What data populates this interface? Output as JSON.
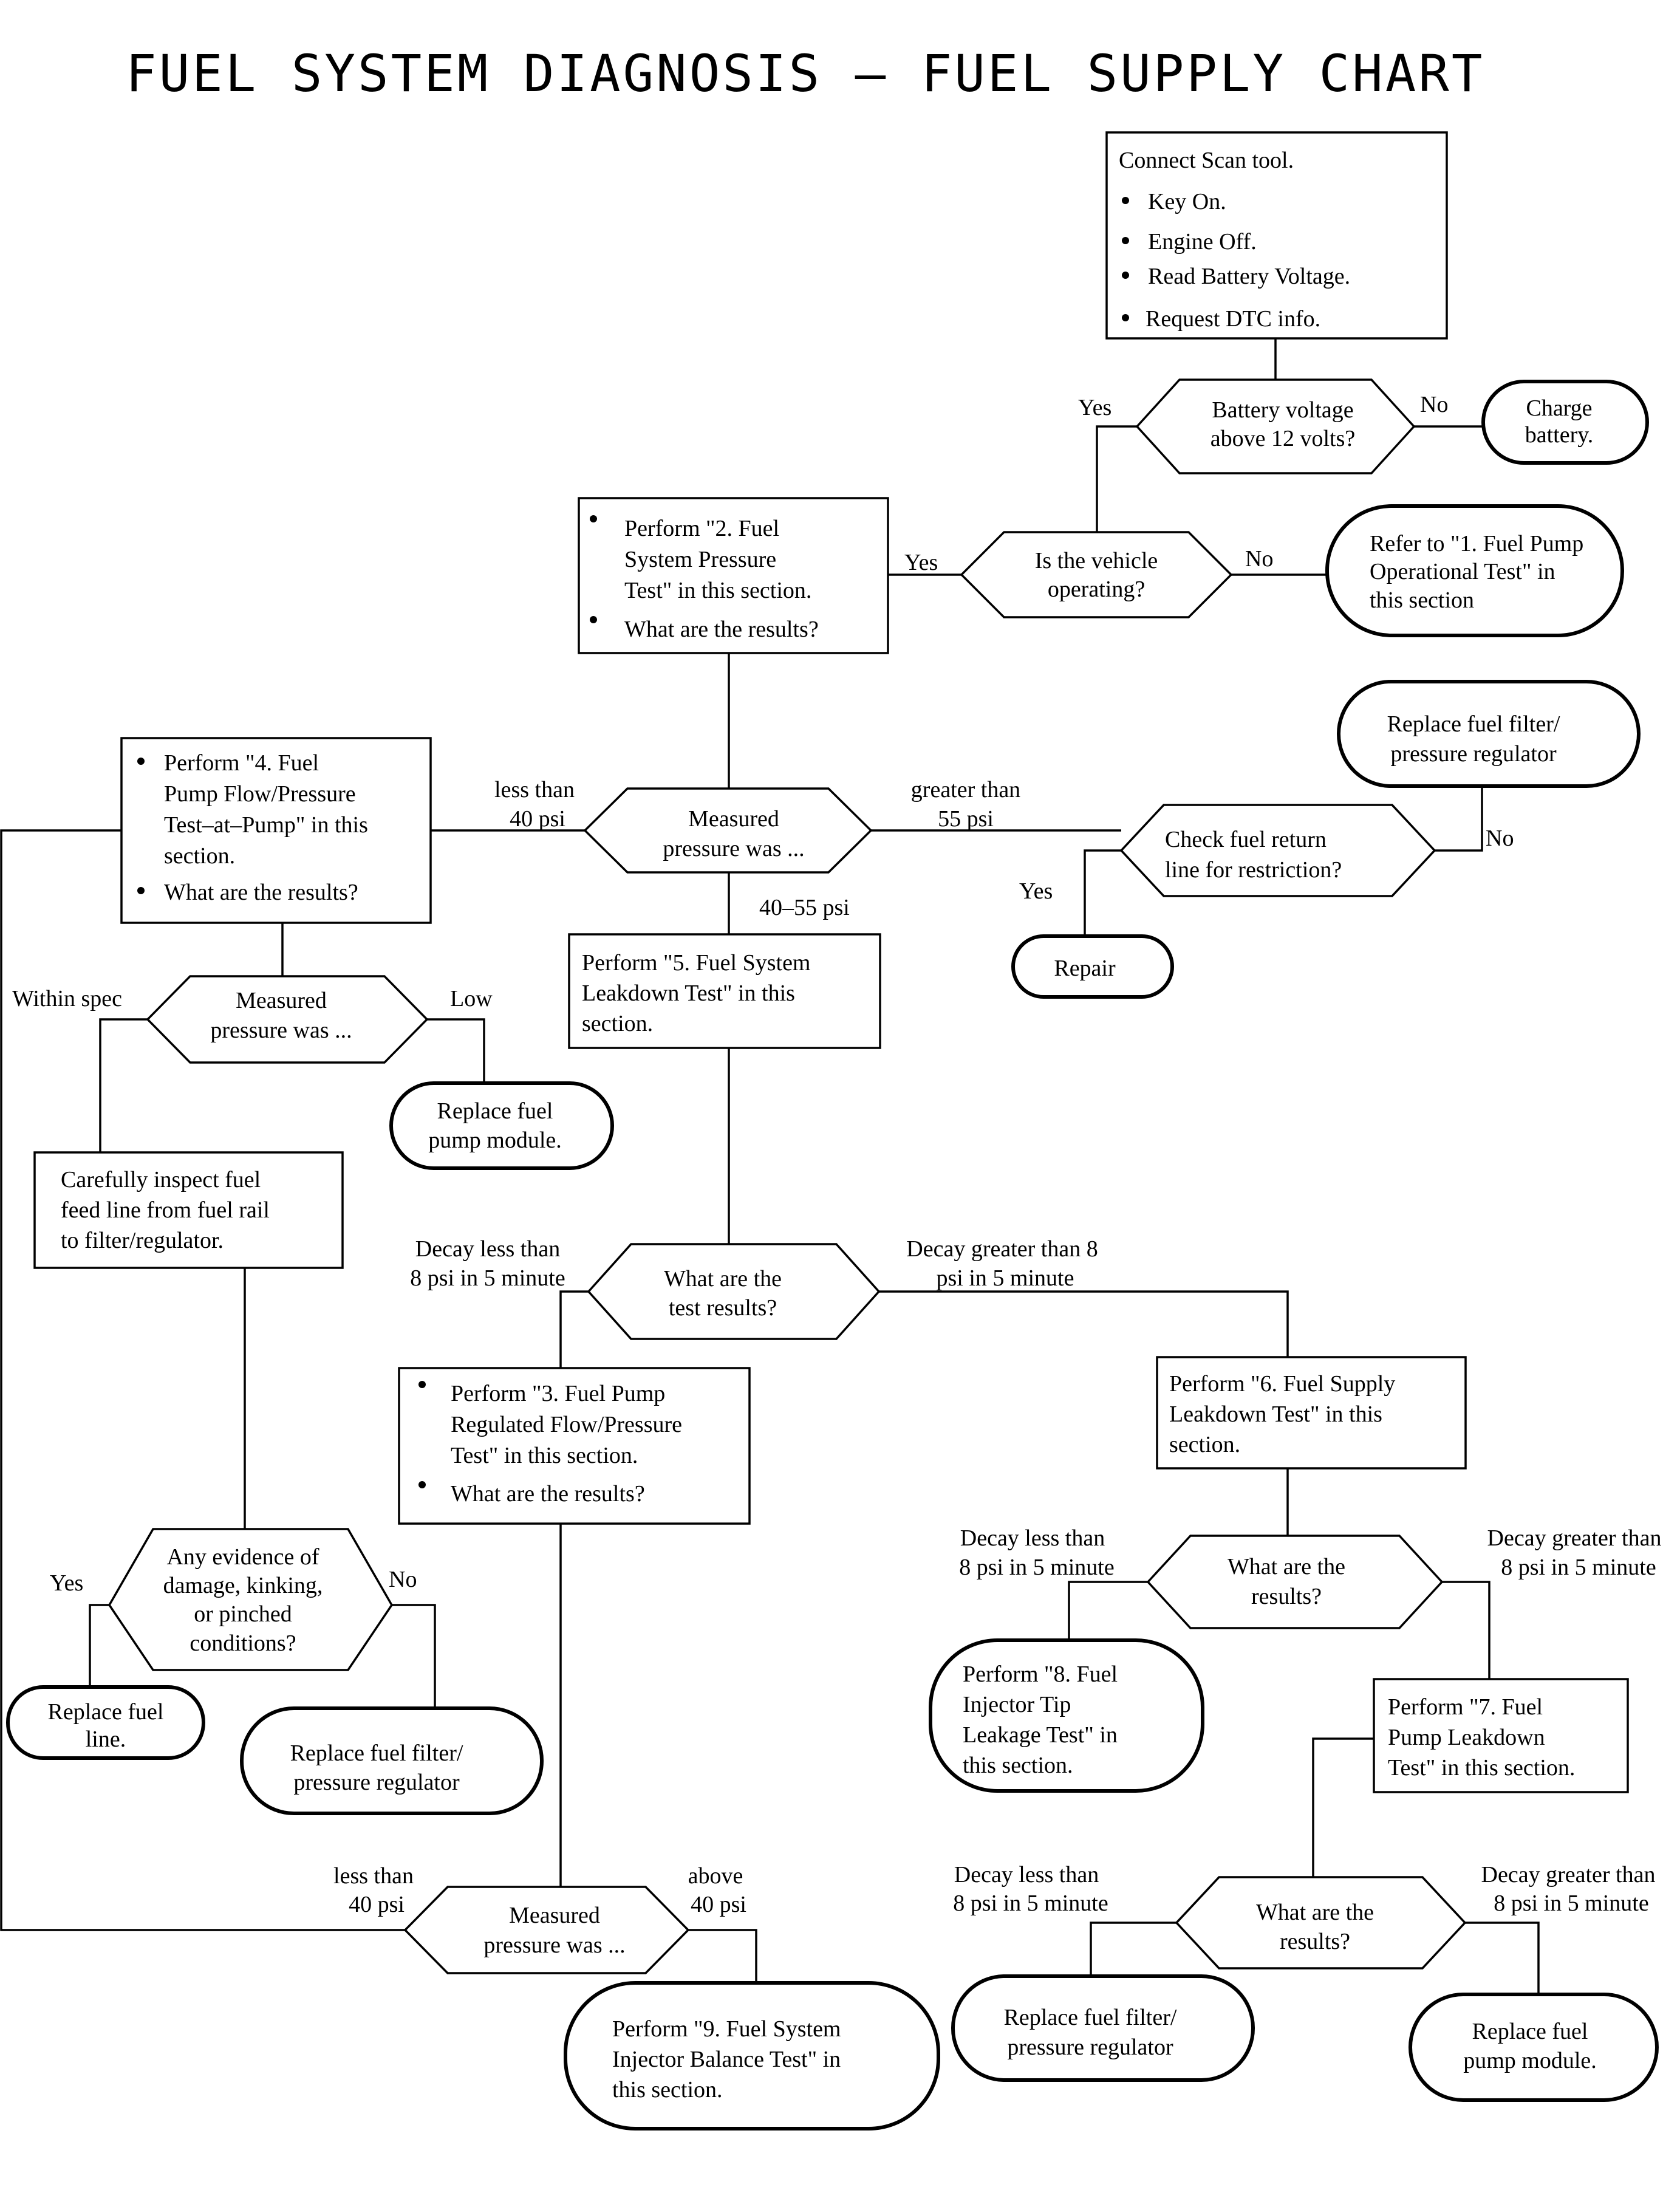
{
  "title": "FUEL SYSTEM DIAGNOSIS – FUEL SUPPLY CHART",
  "nodes": {
    "connect": [
      "Connect Scan tool.",
      "Key On.",
      "Engine Off.",
      "Read Battery Voltage.",
      "Request DTC info."
    ],
    "battery_check": [
      "Battery voltage",
      "above 12 volts?"
    ],
    "charge": [
      "Charge",
      "battery."
    ],
    "vehicle_operating": [
      "Is the  vehicle",
      "operating?"
    ],
    "refer_1": [
      "Refer to \"1. Fuel Pump",
      "Operational  Test\" in",
      "this section"
    ],
    "perform_2": [
      "Perform \"2. Fuel",
      "System Pressure",
      "Test\" in this section.",
      "What are the results?"
    ],
    "perform_4": [
      "Perform  \"4. Fuel",
      "Pump Flow/Pressure",
      "Test–at–Pump\" in this",
      "section.",
      "What are the results?"
    ],
    "measured_main": [
      "Measured",
      "pressure was ..."
    ],
    "replace_filter_top": [
      "Replace fuel filter/",
      "pressure regulator"
    ],
    "check_return": [
      "Check fuel return",
      "line for restriction?"
    ],
    "repair": "Repair",
    "perform_5": [
      "Perform  \"5. Fuel System",
      "Leakdown Test\" in this",
      "section."
    ],
    "measured_left": [
      "Measured",
      "pressure was ..."
    ],
    "replace_pump_module_mid": [
      "Replace fuel",
      "pump module."
    ],
    "inspect_feed": [
      "Carefully inspect fuel",
      "feed line from fuel rail",
      "to filter/regulator."
    ],
    "test_results": [
      "What are the",
      "test results?"
    ],
    "perform_3": [
      "Perform \"3. Fuel Pump",
      "Regulated Flow/Pressure",
      "Test\" in this section.",
      "What are the results?"
    ],
    "perform_6": [
      "Perform  \"6. Fuel Supply",
      "Leakdown Test\" in this",
      "section."
    ],
    "any_evidence": [
      "Any evidence of",
      "damage, kinking,",
      "or pinched",
      "conditions?"
    ],
    "replace_line": [
      "Replace fuel",
      "line."
    ],
    "replace_filter_left": [
      "Replace fuel filter/",
      "pressure regulator"
    ],
    "results_6": [
      "What are the",
      "results?"
    ],
    "perform_8": [
      "Perform  \"8. Fuel",
      "Injector Tip",
      "Leakage Test\" in",
      "this section."
    ],
    "perform_7": [
      "Perform  \"7. Fuel",
      "Pump Leakdown",
      "Test\" in this section."
    ],
    "measured_bottom": [
      "Measured",
      "pressure was ..."
    ],
    "perform_9": [
      "Perform \"9. Fuel System",
      "Injector Balance Test\" in",
      "this section."
    ],
    "results_7": [
      "What are the",
      "results?"
    ],
    "replace_filter_bottom": [
      "Replace fuel filter/",
      "pressure regulator"
    ],
    "replace_pump_module_bottom": [
      "Replace fuel",
      "pump module."
    ]
  },
  "labels": {
    "yes_battery": "Yes",
    "no_battery": "No",
    "yes_operating": "Yes",
    "no_operating": "No",
    "less_40_main": [
      "less than",
      "40 psi"
    ],
    "greater_55": [
      "greater than",
      "55 psi"
    ],
    "range_40_55": "40–55 psi",
    "no_return": "No",
    "yes_return": "Yes",
    "within_spec": "Within spec",
    "low": "Low",
    "decay_less_1": [
      "Decay less than",
      "8 psi in 5 minute"
    ],
    "decay_greater_1": [
      "Decay greater than 8",
      "psi in 5 minute"
    ],
    "yes_evidence": "Yes",
    "no_evidence": "No",
    "decay_less_2": [
      "Decay less than",
      "8 psi in 5 minute"
    ],
    "decay_greater_2": [
      "Decay greater than",
      "8 psi in 5 minute"
    ],
    "less_40_bottom": [
      "less than",
      "40 psi"
    ],
    "above_40": [
      "above",
      "40 psi"
    ],
    "decay_less_3": [
      "Decay less than",
      "8 psi in 5 minute"
    ],
    "decay_greater_3": [
      "Decay greater than",
      "8 psi in 5 minute"
    ]
  }
}
